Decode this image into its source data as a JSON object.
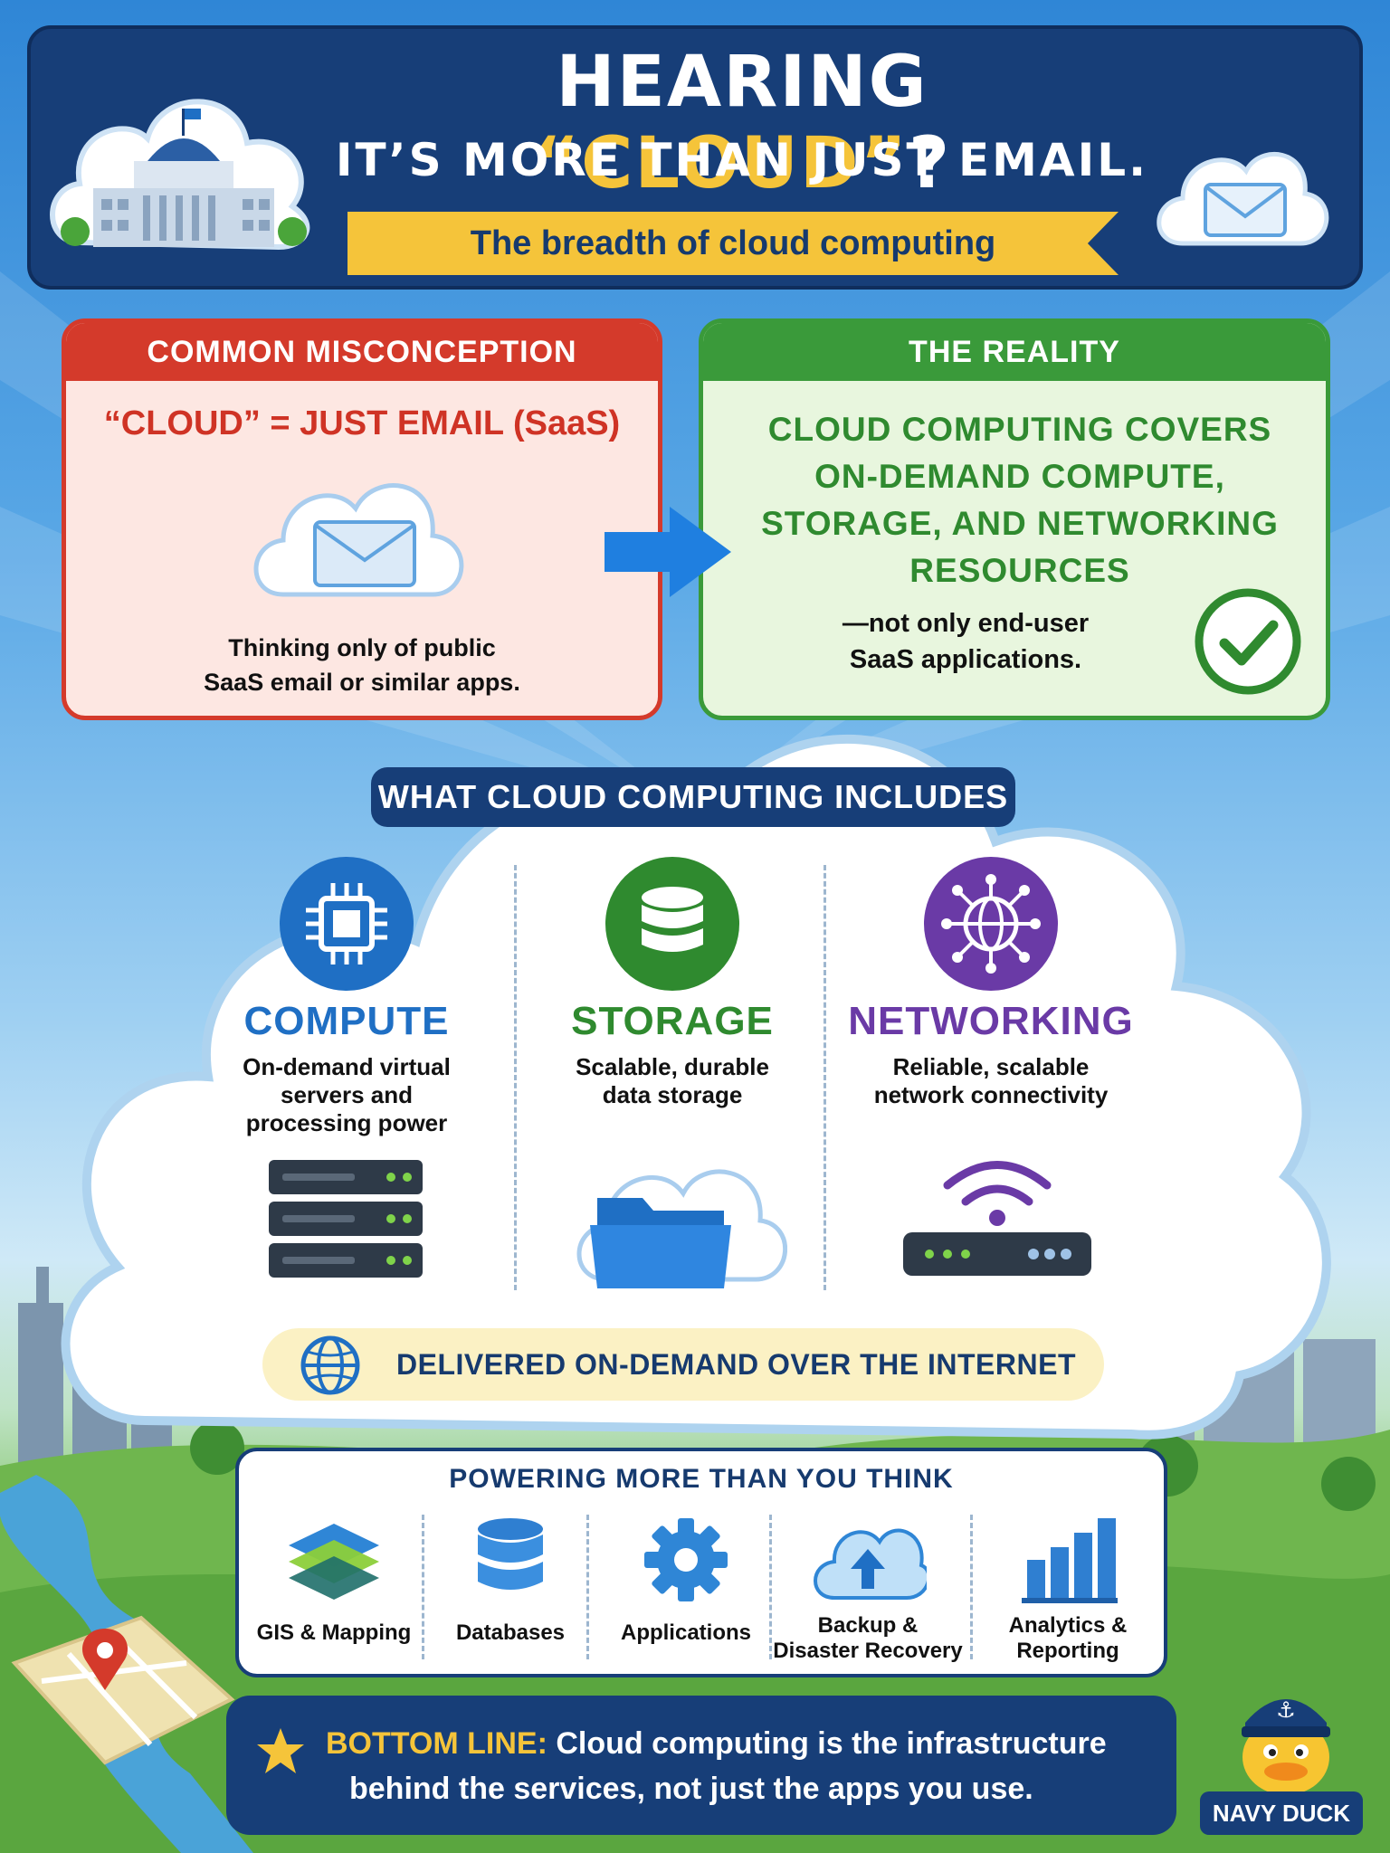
{
  "header": {
    "title_prefix": "HEARING ",
    "title_highlight": "“CLOUD”",
    "title_suffix": "?",
    "subtitle": "IT’S MORE THAN JUST EMAIL.",
    "ribbon": "The breadth of cloud computing"
  },
  "misconception": {
    "heading": "COMMON MISCONCEPTION",
    "main": "“CLOUD” = JUST EMAIL (SaaS)",
    "sub_line1": "Thinking only of public",
    "sub_line2": "SaaS email or similar apps."
  },
  "reality": {
    "heading": "THE REALITY",
    "main_line1": "CLOUD COMPUTING COVERS",
    "main_line2": "ON-DEMAND COMPUTE,",
    "main_line3": "STORAGE, AND NETWORKING",
    "main_line4": "RESOURCES",
    "sub_line1": "—not only end-user",
    "sub_line2": "SaaS applications."
  },
  "includes": {
    "label": "WHAT CLOUD COMPUTING INCLUDES",
    "columns": [
      {
        "title": "COMPUTE",
        "desc1": "On-demand virtual",
        "desc2": "servers and",
        "desc3": "processing power",
        "color": "#1f6fc4"
      },
      {
        "title": "STORAGE",
        "desc1": "Scalable, durable",
        "desc2": "data storage",
        "color": "#2f8a2f"
      },
      {
        "title": "NETWORKING",
        "desc1": "Reliable, scalable",
        "desc2": "network connectivity",
        "color": "#6a3aa6"
      }
    ],
    "delivered": "DELIVERED ON-DEMAND OVER THE INTERNET"
  },
  "powering": {
    "title": "POWERING MORE THAN YOU THINK",
    "items": [
      {
        "line1": "GIS & Mapping",
        "line2": ""
      },
      {
        "line1": "Databases",
        "line2": ""
      },
      {
        "line1": "Applications",
        "line2": ""
      },
      {
        "line1": "Backup &",
        "line2": "Disaster Recovery"
      },
      {
        "line1": "Analytics &",
        "line2": "Reporting"
      }
    ]
  },
  "bottom_line": {
    "label": "BOTTOM LINE:",
    "text1": " Cloud computing is the infrastructure",
    "text2": "behind the services, not just the apps you use."
  },
  "mascot": {
    "label": "NAVY DUCK"
  },
  "colors": {
    "navy": "#173e78",
    "yellow": "#f5c43a",
    "red": "#d43a2b",
    "green": "#3a9a3a",
    "blue": "#1f6fc4",
    "purple": "#6a3aa6"
  },
  "icons": [
    "building-icon",
    "email-cloud-icon",
    "arrow-right-icon",
    "checkmark-icon",
    "cpu-icon",
    "database-icon",
    "network-globe-icon",
    "server-rack-icon",
    "folder-cloud-icon",
    "router-icon",
    "globe-icon",
    "layers-icon",
    "gear-icon",
    "cloud-upload-icon",
    "bar-chart-icon",
    "map-pin-icon",
    "star-icon",
    "duck-mascot-icon"
  ]
}
